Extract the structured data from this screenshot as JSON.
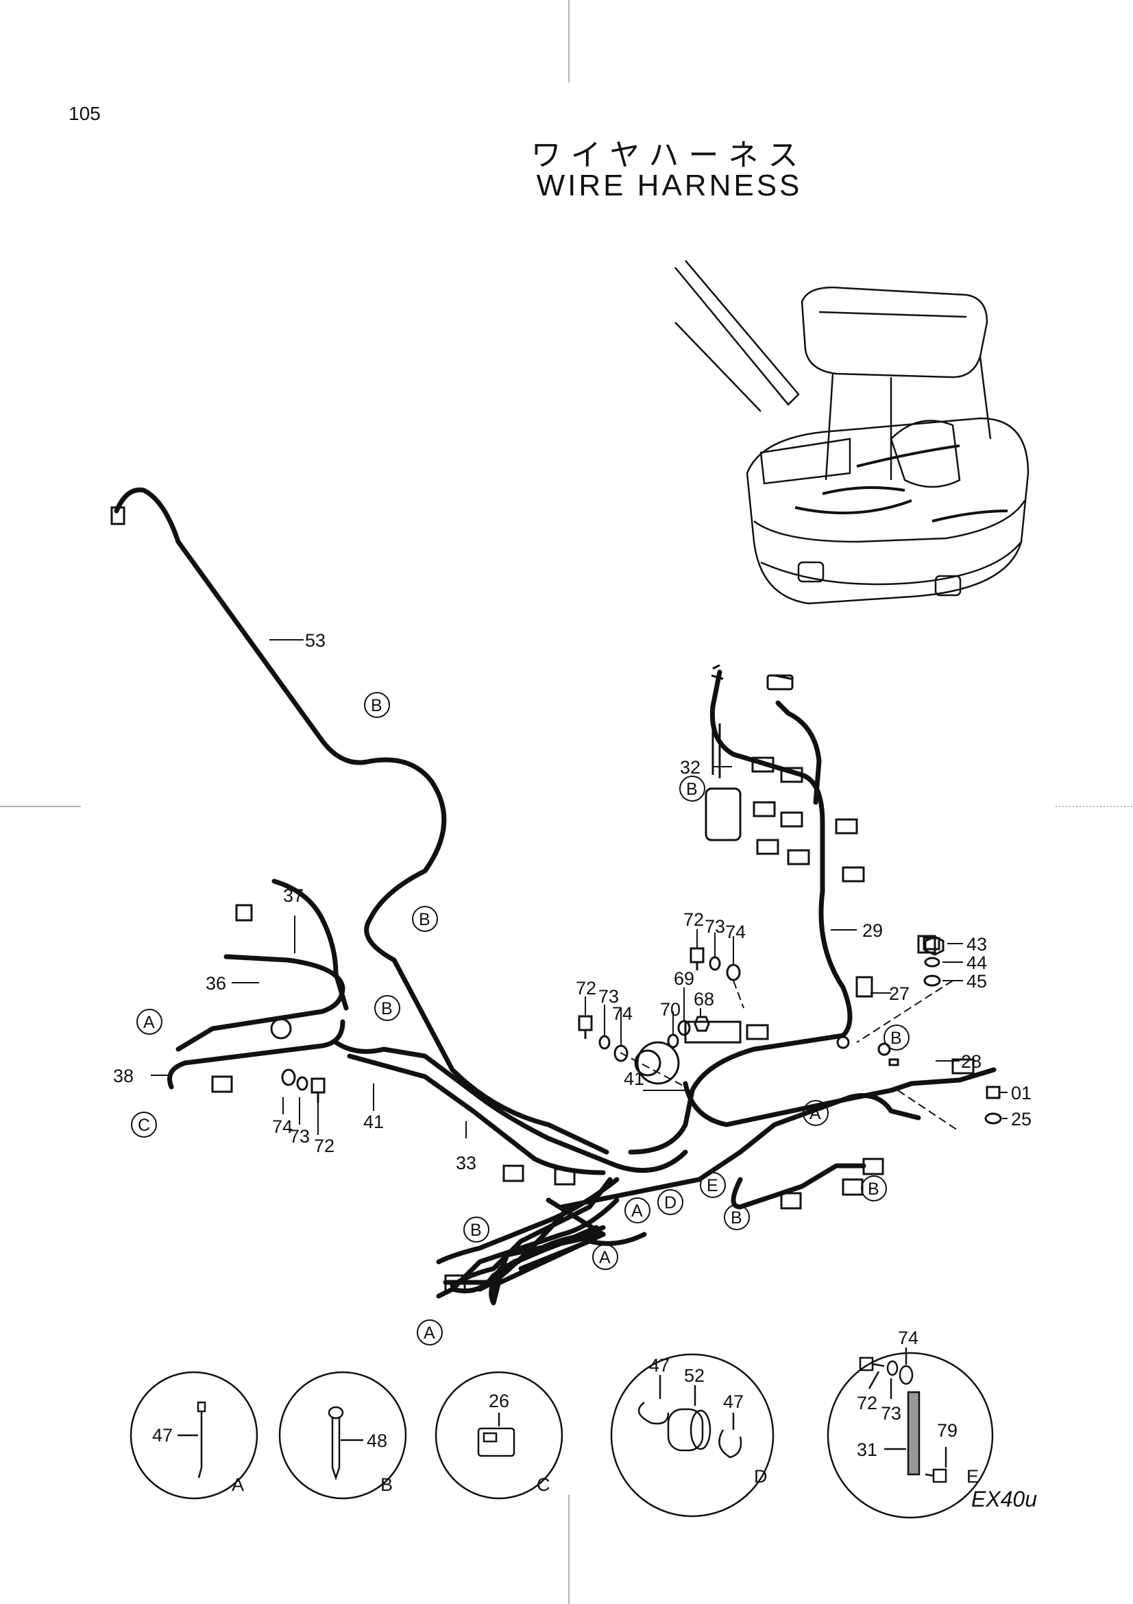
{
  "page_number": "105",
  "title_jp": "ワイヤハーネス",
  "title_en": "WIRE HARNESS",
  "model": "EX40u",
  "callouts": [
    {
      "id": "c53",
      "label": "53"
    },
    {
      "id": "c37",
      "label": "37"
    },
    {
      "id": "c36",
      "label": "36"
    },
    {
      "id": "c38",
      "label": "38"
    },
    {
      "id": "c74a",
      "label": "74"
    },
    {
      "id": "c73a",
      "label": "73"
    },
    {
      "id": "c72a",
      "label": "72"
    },
    {
      "id": "c41a",
      "label": "41"
    },
    {
      "id": "c33",
      "label": "33"
    },
    {
      "id": "c32",
      "label": "32"
    },
    {
      "id": "c29",
      "label": "29"
    },
    {
      "id": "c72b",
      "label": "72"
    },
    {
      "id": "c73b",
      "label": "73"
    },
    {
      "id": "c74b",
      "label": "74"
    },
    {
      "id": "c72c",
      "label": "72"
    },
    {
      "id": "c73c",
      "label": "73"
    },
    {
      "id": "c74c",
      "label": "74"
    },
    {
      "id": "c69",
      "label": "69"
    },
    {
      "id": "c70",
      "label": "70"
    },
    {
      "id": "c68",
      "label": "68"
    },
    {
      "id": "c41b",
      "label": "41"
    },
    {
      "id": "c27",
      "label": "27"
    },
    {
      "id": "c43",
      "label": "43"
    },
    {
      "id": "c44",
      "label": "44"
    },
    {
      "id": "c45",
      "label": "45"
    },
    {
      "id": "c28",
      "label": "28"
    },
    {
      "id": "c01",
      "label": "01"
    },
    {
      "id": "c25",
      "label": "25"
    }
  ],
  "ref_markers": [
    "A",
    "B",
    "C",
    "D",
    "E"
  ],
  "details": [
    {
      "letter": "A",
      "parts": [
        "47"
      ]
    },
    {
      "letter": "B",
      "parts": [
        "48"
      ]
    },
    {
      "letter": "C",
      "parts": [
        "26"
      ]
    },
    {
      "letter": "D",
      "parts": [
        "47",
        "52",
        "47"
      ]
    },
    {
      "letter": "E",
      "parts": [
        "74",
        "72",
        "73",
        "79",
        "31"
      ]
    }
  ]
}
